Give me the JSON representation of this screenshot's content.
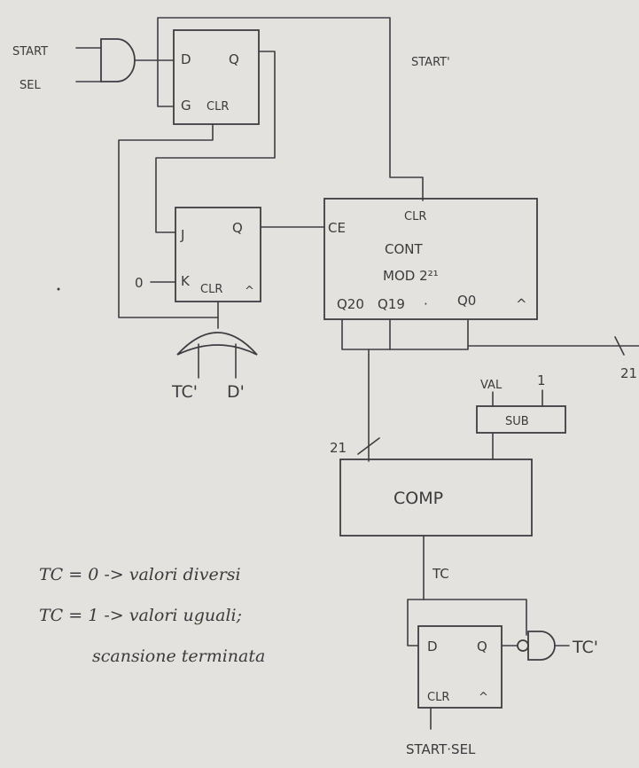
{
  "inputs": {
    "start": "START",
    "sel": "SEL",
    "start_prime": "START'",
    "zero": "0",
    "tc_prime": "TC'",
    "d_prime": "D'",
    "val": "VAL",
    "one": "1",
    "bottom_signal": "START·SEL"
  },
  "latch": {
    "d": "D",
    "q": "Q",
    "g": "G",
    "clr": "CLR"
  },
  "jk_ff": {
    "j": "J",
    "q": "Q",
    "k": "K",
    "clr": "CLR",
    "clk": "^"
  },
  "counter": {
    "ce": "CE",
    "clr": "CLR",
    "line1": "CONT",
    "line2": "MOD 2²¹",
    "q20": "Q20",
    "q19": "Q19",
    "dot": "·",
    "q0": "Q0",
    "clk": "^"
  },
  "bus": {
    "width_left": "21",
    "width_right": "21"
  },
  "sub_block": {
    "label": "SUB"
  },
  "comp_block": {
    "label": "COMP",
    "out": "TC"
  },
  "d_ff": {
    "d": "D",
    "q": "Q",
    "clr": "CLR",
    "clk": "^"
  },
  "output": {
    "tc_prime": "TC'"
  },
  "notes": [
    "TC = 0 -> valori diversi",
    "TC = 1 -> valori uguali;",
    "scansione terminata"
  ]
}
